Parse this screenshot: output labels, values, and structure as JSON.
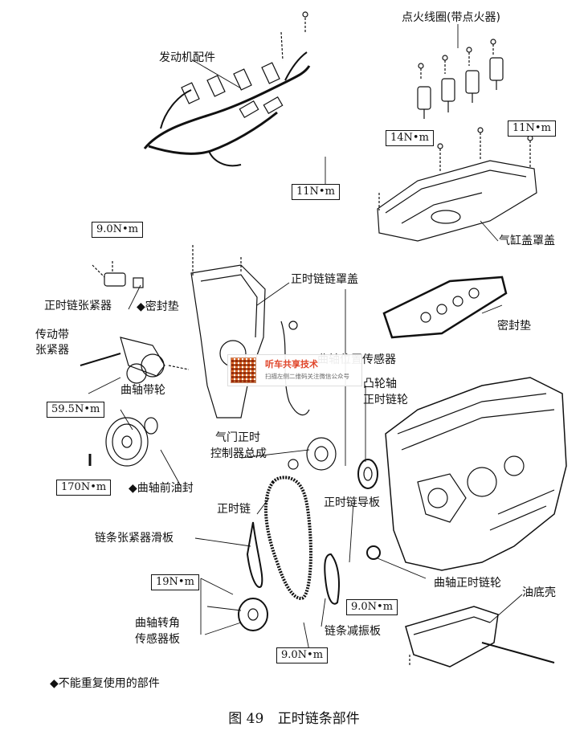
{
  "labels": {
    "engine_parts": "发动机配件",
    "ignition_coil": "点火线圈(带点火器)",
    "cylinder_head_cover": "气缸盖罩盖",
    "cover_gasket": "密封垫",
    "timing_chain_cover": "正时链链罩盖",
    "chain_tensioner": "正时链张紧器",
    "gasket_mark": "◆密封垫",
    "drive_belt_tensioner_1": "传动带",
    "drive_belt_tensioner_2": "张紧器",
    "crank_position_sensor": "曲轴位置传感器",
    "crank_pulley": "曲轴带轮",
    "camshaft_sprocket_1": "凸轮轴",
    "camshaft_sprocket_2": "正时链轮",
    "vvt_controller_1": "气门正时",
    "vvt_controller_2": "控制器总成",
    "timing_chain": "正时链",
    "chain_guide": "正时链导板",
    "front_oil_seal": "◆曲轴前油封",
    "tensioner_slipper": "链条张紧器滑板",
    "crank_sprocket": "曲轴正时链轮",
    "oil_pan": "油底壳",
    "crank_angle_plate_1": "曲轴转角",
    "crank_angle_plate_2": "传感器板",
    "chain_damper": "链条减振板",
    "non_reusable_note": "◆不能重复使用的部件"
  },
  "torques": {
    "t14": "14N•m",
    "t11_top": "11N•m",
    "t11_left": "11N•m",
    "t9_tensioner": "9.0N•m",
    "t59": "59.5N•m",
    "t170": "170N•m",
    "t19": "19N•m",
    "t9_damper": "9.0N•m",
    "t9_bottom": "9.0N•m"
  },
  "watermark": {
    "title": "听车共享技术",
    "subtitle": "扫描左侧二维码关注微信公众号"
  },
  "caption": {
    "number": "图 49",
    "title": "正时链条部件"
  }
}
